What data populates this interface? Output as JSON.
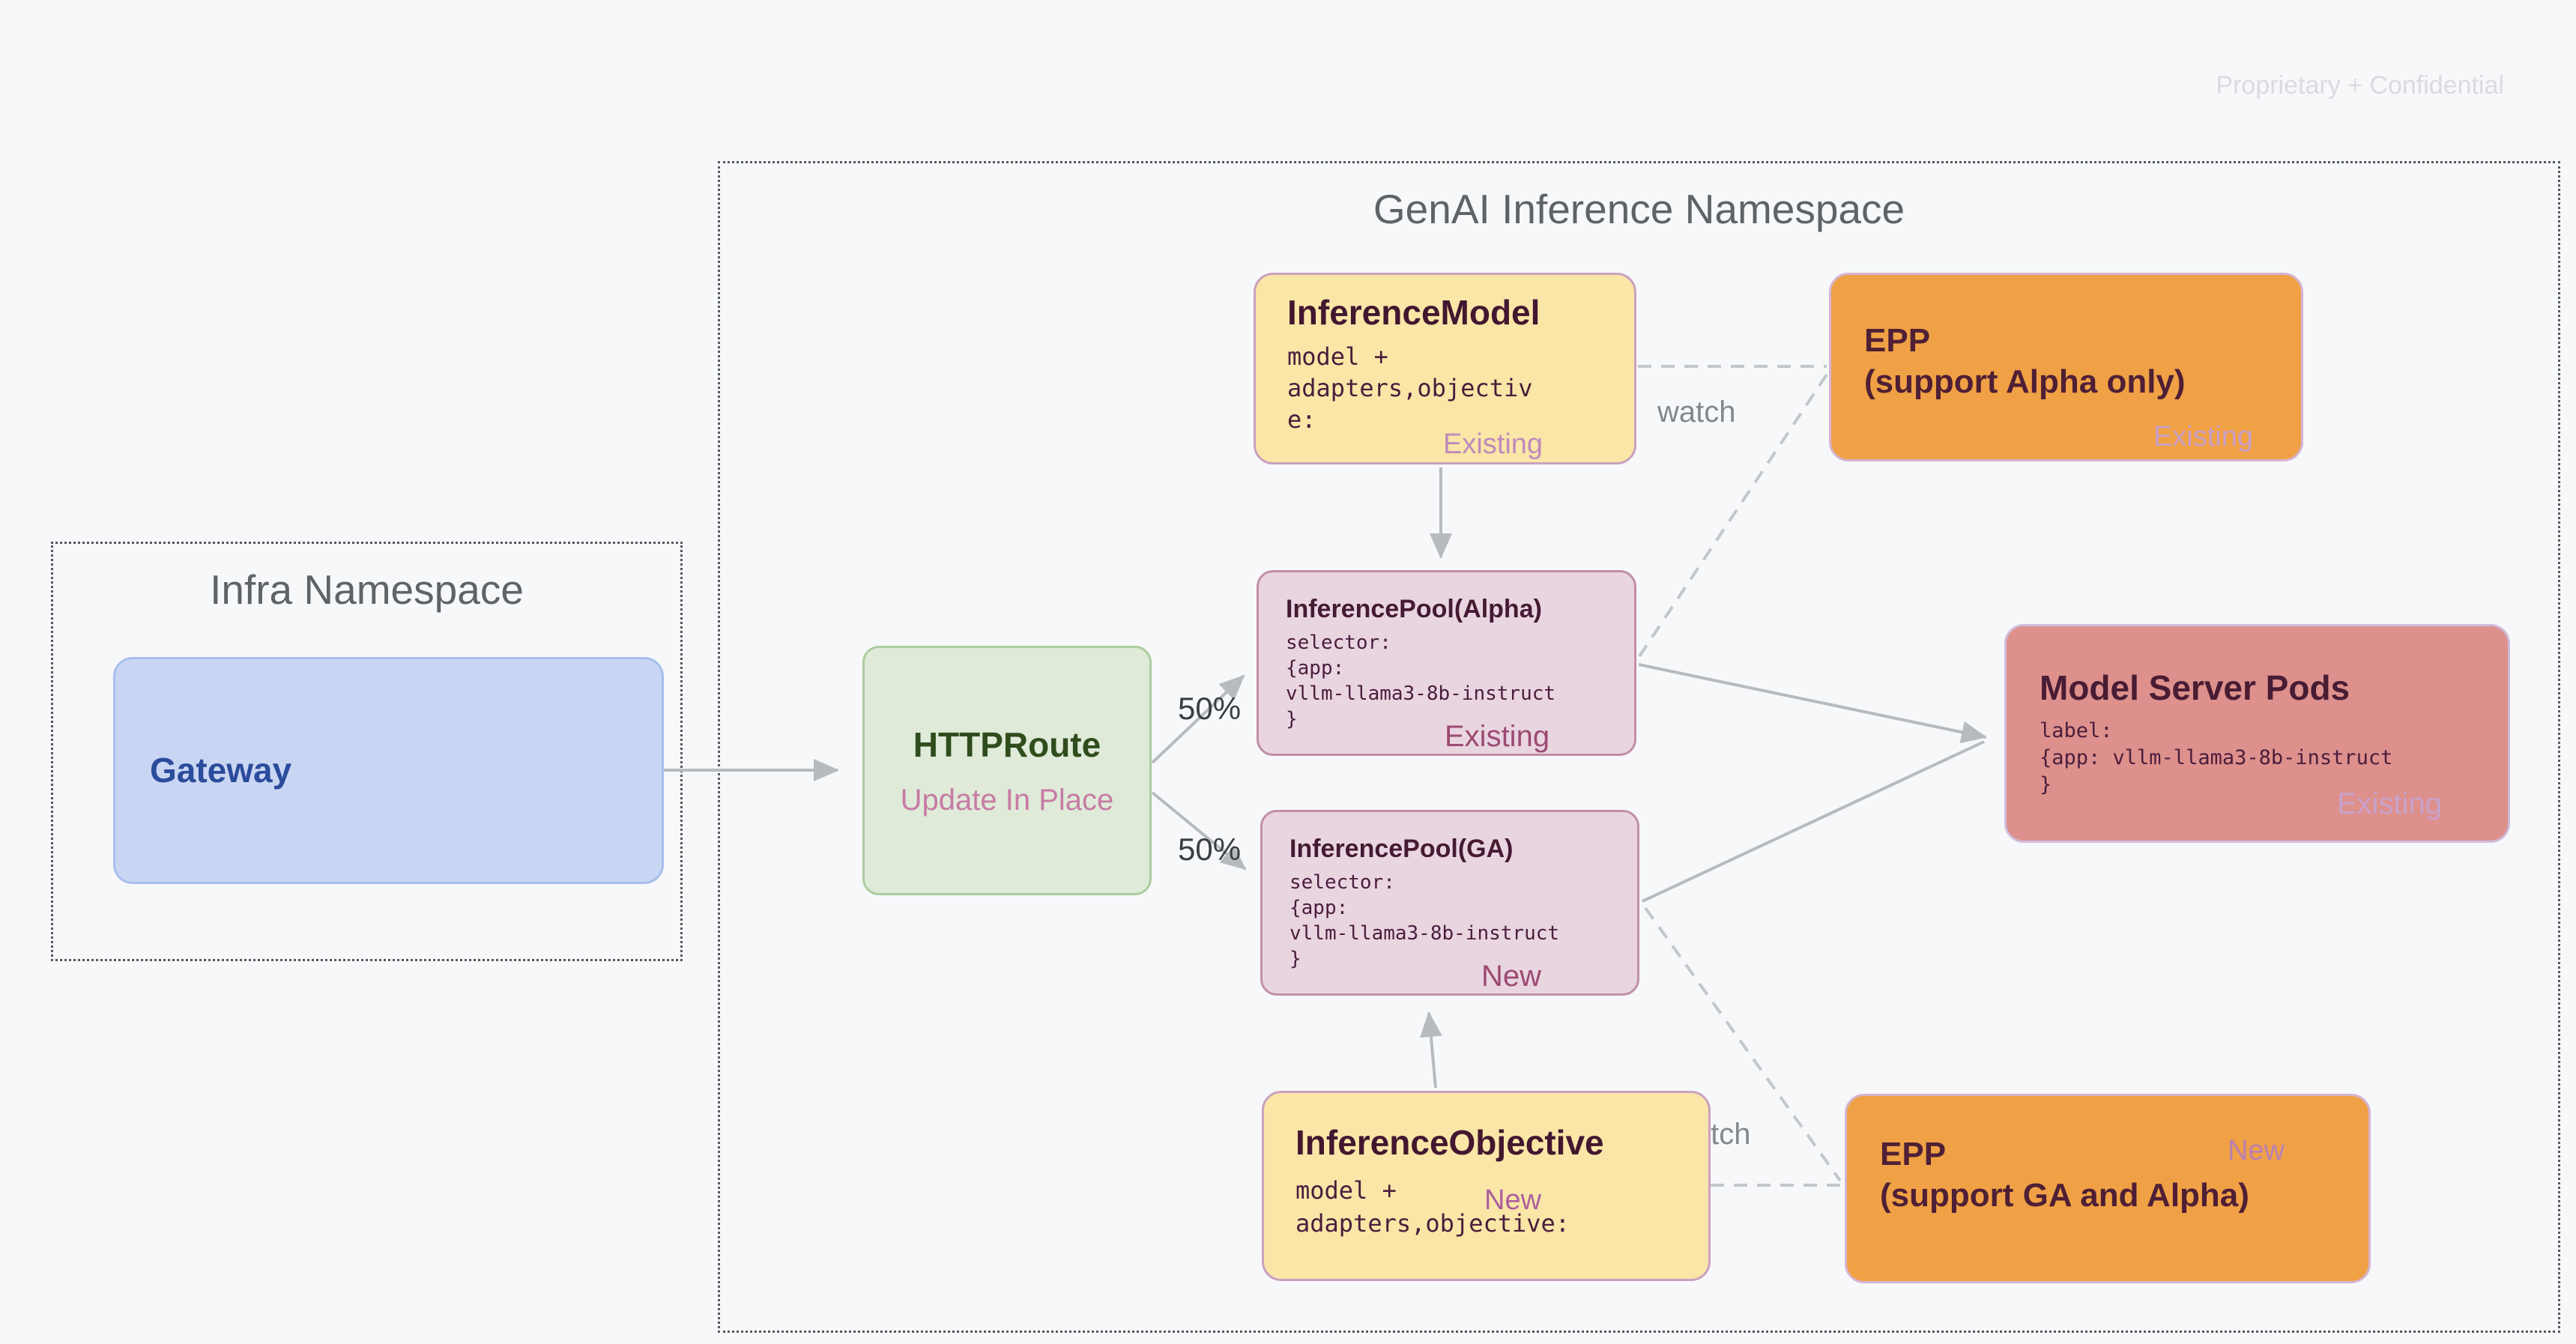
{
  "page": {
    "watermark": "Proprietary + Confidential"
  },
  "namespaces": {
    "infra": {
      "title": "Infra Namespace"
    },
    "genai": {
      "title": "GenAI Inference Namespace"
    }
  },
  "nodes": {
    "gateway": {
      "title": "Gateway"
    },
    "httproute": {
      "title": "HTTPRoute",
      "subtitle": "Update In Place"
    },
    "inferenceModel": {
      "title": "InferenceModel",
      "code": "model +\nadapters,objectiv\ne:",
      "status": "Existing"
    },
    "eppAlpha": {
      "title": "EPP\n(support Alpha only)",
      "status": "Existing"
    },
    "poolAlpha": {
      "title": "InferencePool(Alpha)",
      "code": "selector:\n{app:\nvllm-llama3-8b-instruct\n}",
      "status": "Existing"
    },
    "poolGa": {
      "title": "InferencePool(GA)",
      "code": "selector:\n{app:\nvllm-llama3-8b-instruct\n}",
      "status": "New"
    },
    "modelServerPods": {
      "title": "Model Server Pods",
      "code": "label:\n{app: vllm-llama3-8b-instruct\n}",
      "status": "Existing"
    },
    "inferenceObjective": {
      "title": "InferenceObjective",
      "code": "model +\nadapters,objective:",
      "status": "New"
    },
    "eppGa": {
      "title": "EPP\n(support GA and Alpha)",
      "status": "New"
    }
  },
  "edges": {
    "splitTop": {
      "label": "50%"
    },
    "splitBottom": {
      "label": "50%"
    },
    "watchTop": {
      "label": "watch"
    },
    "watchBottom": {
      "label": "watch"
    }
  },
  "colors": {
    "background": "#F7F8FA",
    "namespaceText": "#5F6368",
    "yellowFill": "#FAE6A7",
    "yellowBorder": "#C9A1BF",
    "orangeFill": "#F0A145",
    "poolFill": "#E9D5E0",
    "poolBorder": "#C18FA6",
    "salmonFill": "#DD908C",
    "greenFill": "#DFEAD9",
    "greenBorder": "#ACCC9E",
    "blueFill": "#C9D6F3",
    "blueBorder": "#A7BEEC",
    "titleDark": "#42172F",
    "statusPlum": "#9C4A72",
    "arrow": "#B7BABF",
    "dashed": "#C3C6CA",
    "watermark": "#D9DBDF"
  }
}
